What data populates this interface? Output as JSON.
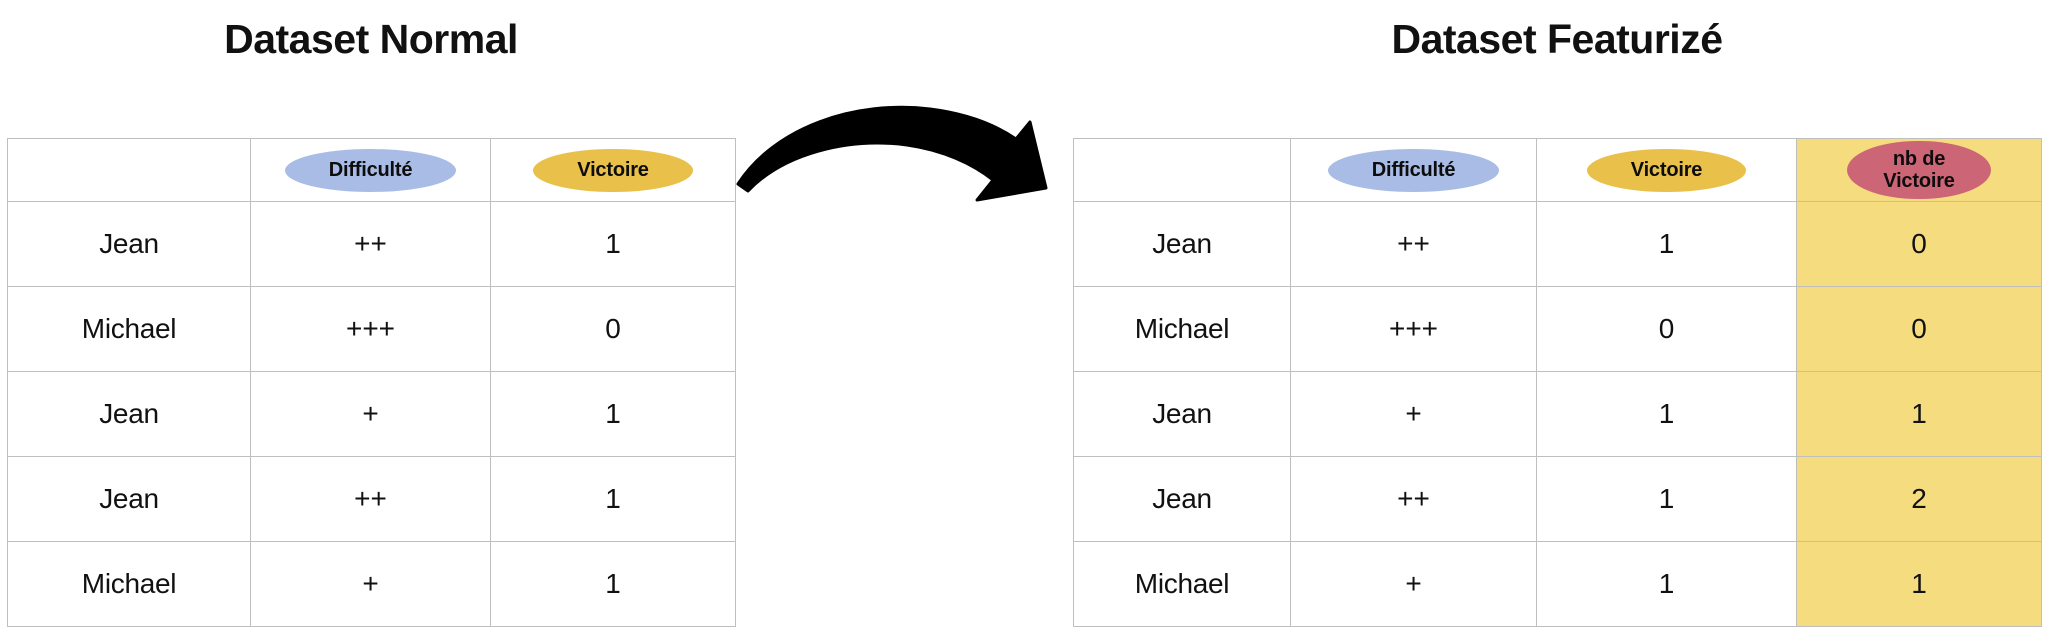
{
  "left_panel": {
    "title": "Dataset Normal",
    "table": {
      "columns": [
        {
          "label": "",
          "badge": null
        },
        {
          "label": "Difficulté",
          "badge": "blue-pill"
        },
        {
          "label": "Victoire",
          "badge": "yellow-pill"
        }
      ],
      "rows": [
        {
          "name": "Jean",
          "difficulte": "++",
          "victoire": "1"
        },
        {
          "name": "Michael",
          "difficulte": "+++",
          "victoire": "0"
        },
        {
          "name": "Jean",
          "difficulte": "+",
          "victoire": "1"
        },
        {
          "name": "Jean",
          "difficulte": "++",
          "victoire": "1"
        },
        {
          "name": "Michael",
          "difficulte": "+",
          "victoire": "1"
        }
      ]
    }
  },
  "right_panel": {
    "title": "Dataset Featurizé",
    "table": {
      "columns": [
        {
          "label": "",
          "badge": null
        },
        {
          "label": "Difficulté",
          "badge": "blue-pill"
        },
        {
          "label": "Victoire",
          "badge": "yellow-pill"
        },
        {
          "label_line1": "nb de",
          "label_line2": "Victoire",
          "badge": "red-pill"
        }
      ],
      "rows": [
        {
          "name": "Jean",
          "difficulte": "++",
          "victoire": "1",
          "nb_de_victoire": "0"
        },
        {
          "name": "Michael",
          "difficulte": "+++",
          "victoire": "0",
          "nb_de_victoire": "0"
        },
        {
          "name": "Jean",
          "difficulte": "+",
          "victoire": "1",
          "nb_de_victoire": "1"
        },
        {
          "name": "Jean",
          "difficulte": "++",
          "victoire": "1",
          "nb_de_victoire": "2"
        },
        {
          "name": "Michael",
          "difficulte": "+",
          "victoire": "1",
          "nb_de_victoire": "1"
        }
      ]
    }
  },
  "arrow": {
    "name": "curved-right-arrow",
    "direction": "left-to-right"
  },
  "colors": {
    "badge_blue": "#A8BCE6",
    "badge_yellow": "#E8C04A",
    "badge_red": "#CC6677",
    "highlight_column": "#F5DC7E",
    "grid_line": "#BFBFBF",
    "text": "#111111",
    "background": "#FFFFFF"
  }
}
